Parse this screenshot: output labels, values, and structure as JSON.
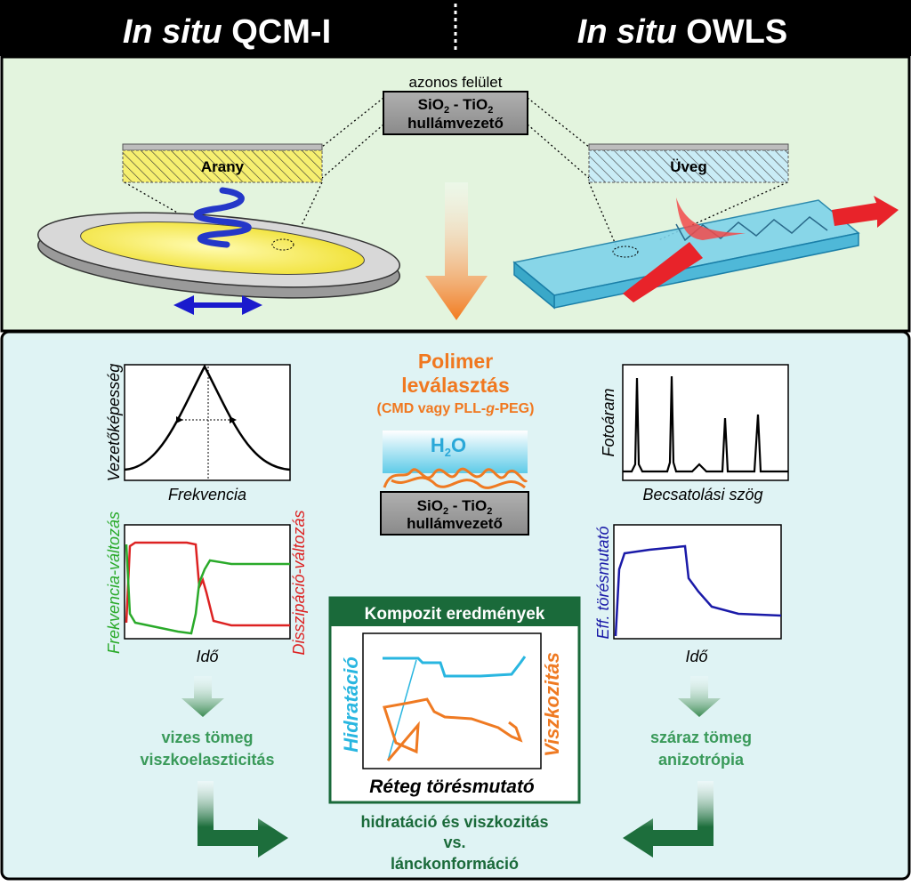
{
  "header": {
    "left": {
      "italic": "In situ",
      "text": "QCM-I"
    },
    "right": {
      "italic": "In situ",
      "text": "OWLS"
    }
  },
  "top": {
    "surface_label": "azonos felület",
    "waveguide_line1_a": "SiO",
    "waveguide_sub1": "2",
    "waveguide_line1_b": " - TiO",
    "waveguide_sub2": "2",
    "waveguide_line2": "hullámvezető",
    "gold_label": "Arany",
    "glass_label": "Üveg"
  },
  "center": {
    "title_line1": "Polimer",
    "title_line2": "leválasztás",
    "subtitle_a": "(CMD vagy PLL-",
    "subtitle_g": "g",
    "subtitle_b": "-PEG)",
    "water_a": "H",
    "water_sub": "2",
    "water_b": "O"
  },
  "plots": {
    "conductance": {
      "ylabel": "Vezetőképesség",
      "xlabel": "Frekvencia"
    },
    "qcm_time": {
      "ylabel_left": "Frekvencia-változás",
      "ylabel_right": "Disszipáció-változás",
      "xlabel": "Idő"
    },
    "photocurrent": {
      "ylabel": "Fotoáram",
      "xlabel": "Becsatolási szög"
    },
    "refractive": {
      "ylabel": "Eff. törésmutató",
      "xlabel": "Idő"
    },
    "composite": {
      "title": "Kompozit eredmények",
      "ylabel_left": "Hidratáció",
      "ylabel_right": "Viszkozitás",
      "xlabel": "Réteg törésmutató"
    }
  },
  "bottom": {
    "left_line1": "vizes tömeg",
    "left_line2": "viszkoelaszticitás",
    "right_line1": "száraz tömeg",
    "right_line2": "anizotrópia",
    "result_line1": "hidratáció és viszkozitás",
    "result_line2": "vs.",
    "result_line3": "lánckonformáció"
  },
  "colors": {
    "header_bg": "#000000",
    "top_bg": "#e3f4de",
    "bottom_bg": "#dff3f4",
    "green": "#3a9a5a",
    "dark_green": "#1a6a3a",
    "orange": "#f07820",
    "frequency": "#2aaa2a",
    "dissipation": "#dd2222",
    "refractive": "#1a1aa8",
    "hydration": "#29b6e0",
    "viscosity": "#ef7a22"
  }
}
